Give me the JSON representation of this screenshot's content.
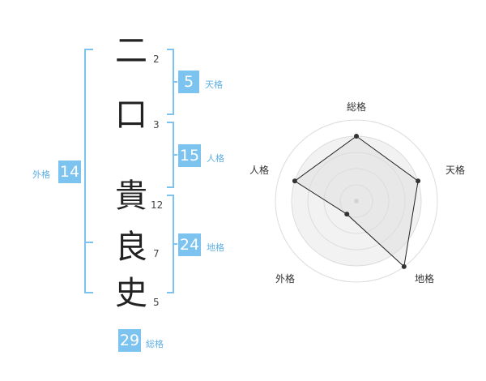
{
  "characters": [
    {
      "char": "二",
      "strokes": "2"
    },
    {
      "char": "口",
      "strokes": "3"
    },
    {
      "char": "貴",
      "strokes": "12"
    },
    {
      "char": "良",
      "strokes": "7"
    },
    {
      "char": "史",
      "strokes": "5"
    }
  ],
  "fortunes": {
    "ten": {
      "label": "天格",
      "value": "5"
    },
    "jin": {
      "label": "人格",
      "value": "15"
    },
    "chi": {
      "label": "地格",
      "value": "24"
    },
    "gai": {
      "label": "外格",
      "value": "14"
    },
    "sou": {
      "label": "総格",
      "value": "29"
    }
  },
  "colors": {
    "accent": "#7cc3f0",
    "radar_fill": "#eeeeee",
    "radar_line": "#222222"
  },
  "chart_data": {
    "type": "radar",
    "axes": [
      "総格",
      "天格",
      "地格",
      "外格",
      "人格"
    ],
    "values": [
      4,
      4,
      5,
      1,
      4
    ],
    "max": 5
  }
}
